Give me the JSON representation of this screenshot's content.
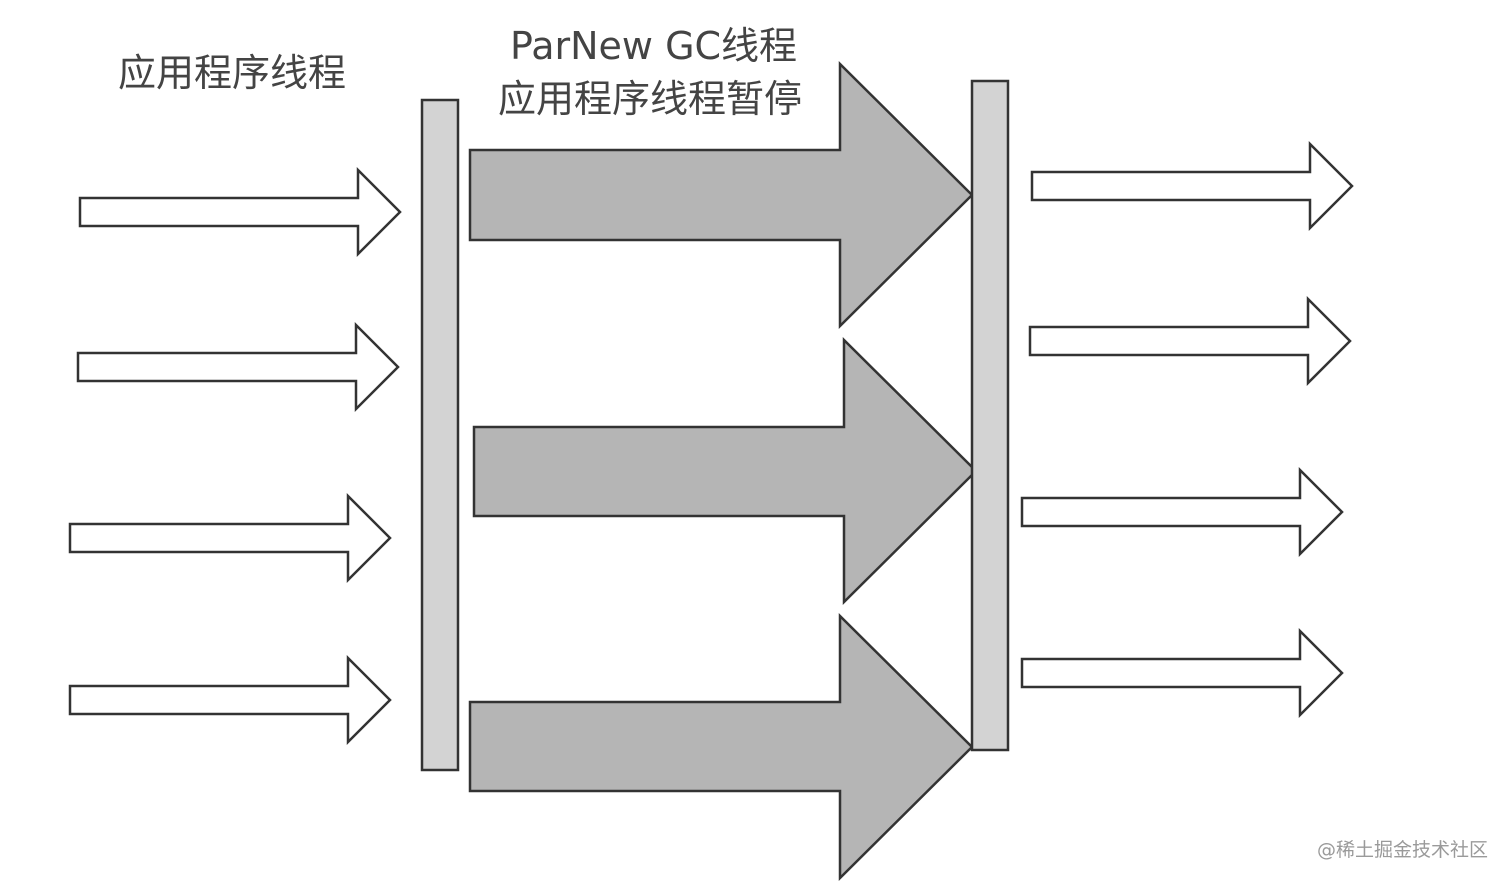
{
  "labels": {
    "app_threads": "应用程序线程",
    "gc_threads": "ParNew GC线程",
    "app_paused": "应用程序线程暂停"
  },
  "watermark": "@稀土掘金技术社区",
  "structure": {
    "app_threads_before": 4,
    "gc_threads": 3,
    "app_threads_after": 4
  },
  "colors": {
    "thin_arrow_fill": "#ffffff",
    "gc_arrow_fill": "#b5b5b5",
    "pause_bar_fill": "#d3d3d3",
    "stroke": "#333333",
    "text": "#444444"
  }
}
